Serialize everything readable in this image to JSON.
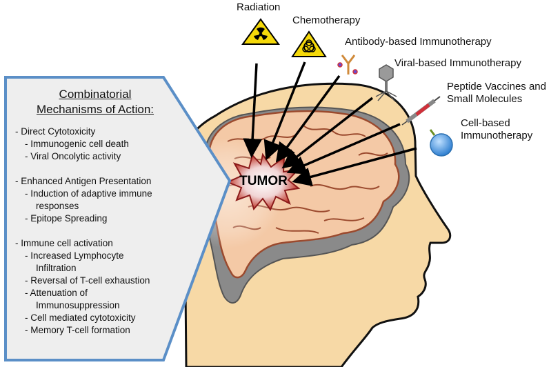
{
  "tumor_label": "TUMOR",
  "treatments": {
    "radiation": "Radiation",
    "chemotherapy": "Chemotherapy",
    "antibody": "Antibody-based Immunotherapy",
    "viral": "Viral-based Immunotherapy",
    "peptide_line1": "Peptide Vaccines and",
    "peptide_line2": "Small Molecules",
    "cell_line1": "Cell-based",
    "cell_line2": "Immunotherapy"
  },
  "panel": {
    "title_line1": "Combinatorial",
    "title_line2": "Mechanisms of Action:",
    "g1_head": "- Direct Cytotoxicity",
    "g1_i1": "- Immunogenic cell death",
    "g1_i2": "- Viral Oncolytic activity",
    "g2_head": "- Enhanced Antigen Presentation",
    "g2_i1a": "- Induction of adaptive immune",
    "g2_i1b": "responses",
    "g2_i2": "- Epitope Spreading",
    "g3_head": "- Immune cell activation",
    "g3_i1a": "- Increased Lymphocyte",
    "g3_i1b": "Infiltration",
    "g3_i2": "- Reversal of T-cell exhaustion",
    "g3_i3a": "- Attenuation of",
    "g3_i3b": "Immunosuppression",
    "g3_i4": "- Cell mediated cytotoxicity",
    "g3_i5": "- Memory T-cell formation"
  },
  "colors": {
    "skin": "#f7d9a6",
    "skin_outline": "#111111",
    "brain_fill": "#f4c9a6",
    "brain_outline": "#9b4a2e",
    "brain_shadow": "#8a8a8a",
    "panel_fill": "#eeeeee",
    "panel_border": "#5b8fc7",
    "tumor_red": "#c0392b",
    "hazard_yellow": "#f5d90a",
    "cell_blue": "#3e8fd6"
  }
}
